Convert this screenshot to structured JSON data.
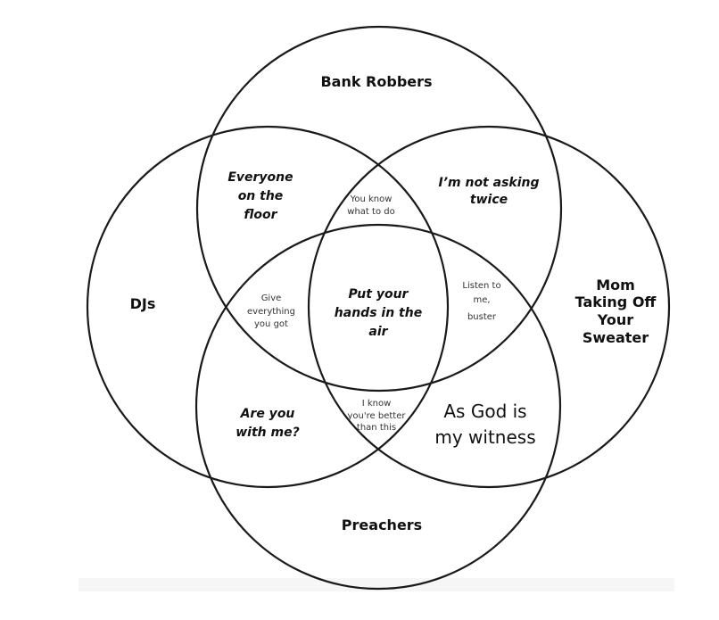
{
  "sets": {
    "top": "Bank Robbers",
    "left": "DJs",
    "right": [
      "Mom",
      "Taking Off",
      "Your",
      "Sweater"
    ],
    "bottom": "Preachers"
  },
  "regions": {
    "top_left": [
      "Everyone",
      "on the",
      "floor"
    ],
    "top_right": [
      "I’m not asking",
      "twice"
    ],
    "top_mid": [
      "You know",
      "what to do"
    ],
    "left_mid": [
      "Give",
      "everything",
      "you got"
    ],
    "center": [
      "Put your",
      "hands in the",
      "air"
    ],
    "right_mid": [
      "Listen to",
      "me,",
      "buster"
    ],
    "bottom_left": [
      "Are you",
      "with me?"
    ],
    "bottom_mid": [
      "I know",
      "you're better",
      "than this"
    ],
    "bottom_right": [
      "As God is",
      "my witness"
    ]
  }
}
